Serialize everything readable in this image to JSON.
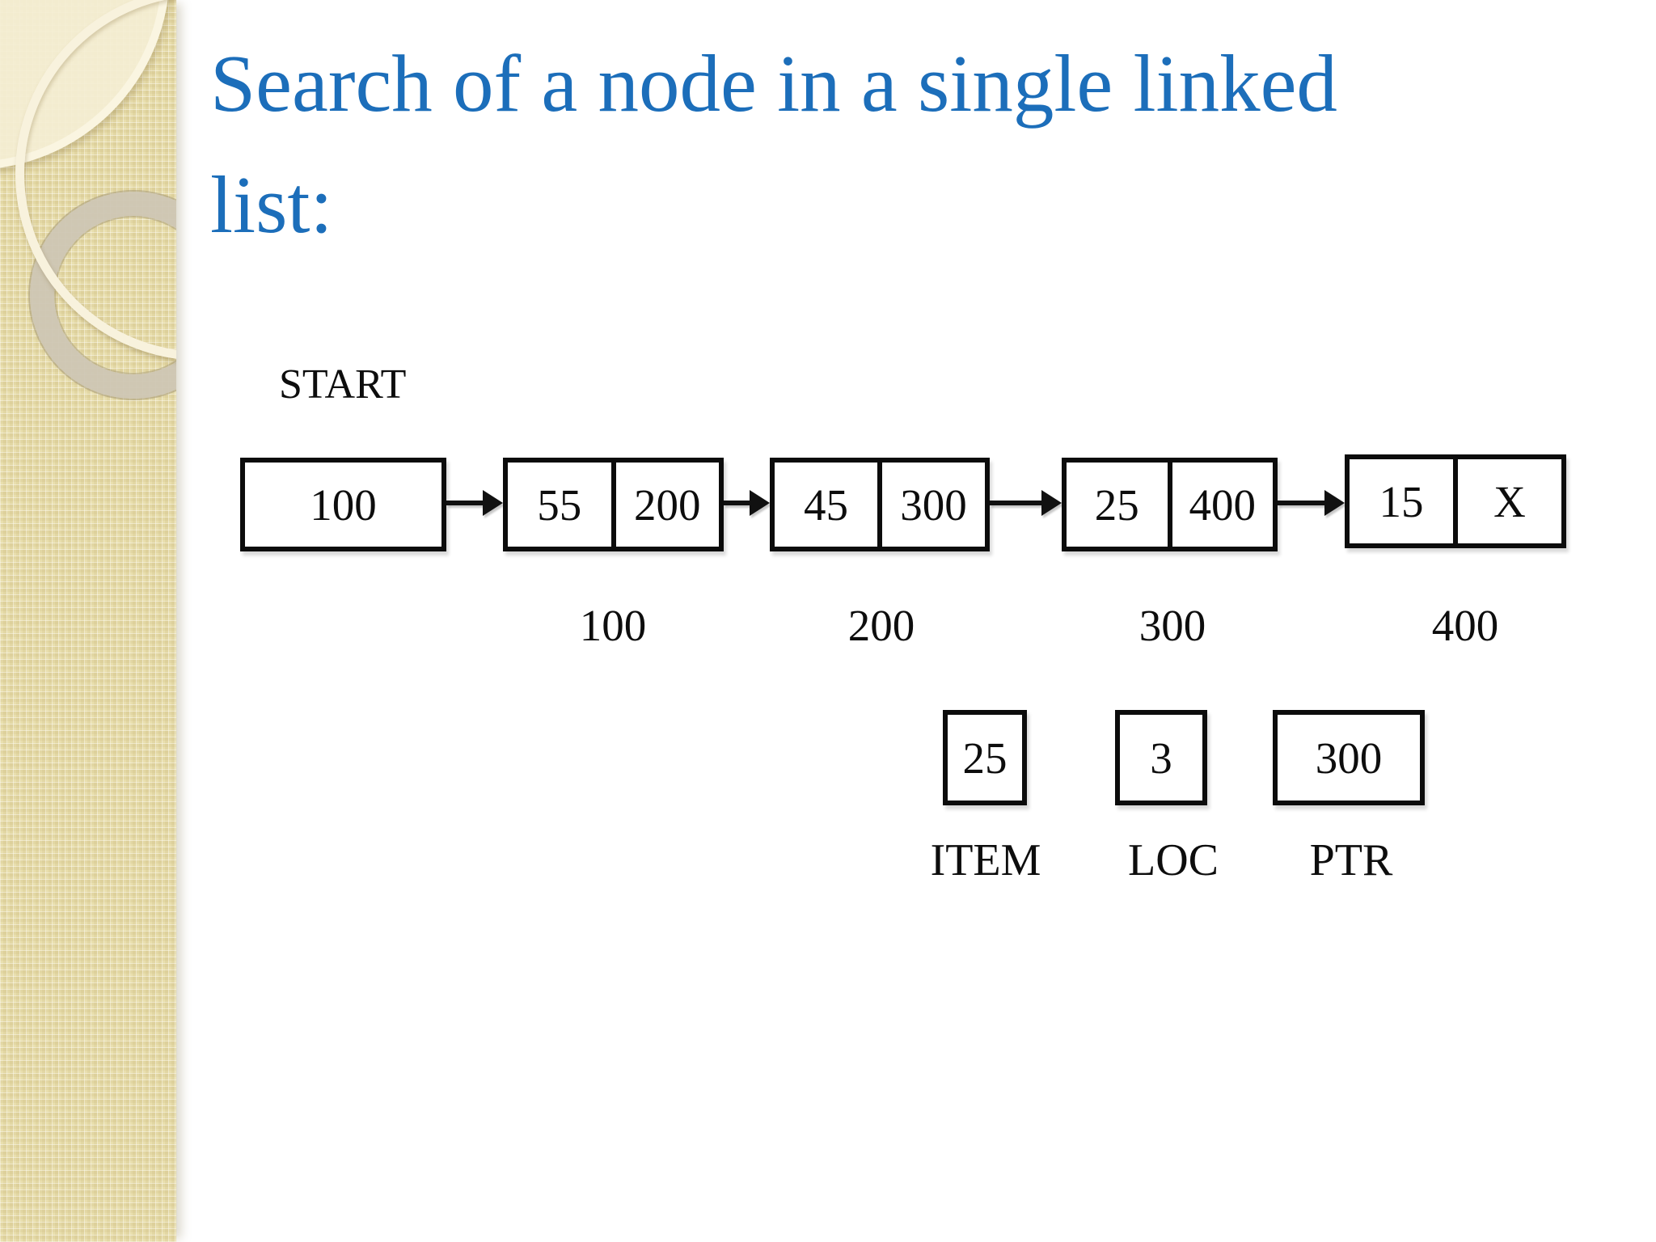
{
  "slide": {
    "title_lines": [
      "Search of a node in a single linked",
      "list:"
    ],
    "colors": {
      "title_blue": "#1c6eba",
      "sidebar_beige": "#e9dfae",
      "diagram_black": "#0d0d0d",
      "background": "#ffffff"
    },
    "list_diagram": {
      "start_label": "START",
      "start_pointer_value": "100",
      "nodes": [
        {
          "data": "55",
          "next": "200",
          "address": "100"
        },
        {
          "data": "45",
          "next": "300",
          "address": "200"
        },
        {
          "data": "25",
          "next": "400",
          "address": "300"
        },
        {
          "data": "15",
          "next": "X",
          "address": "400"
        }
      ]
    },
    "search_state": {
      "item": {
        "label": "ITEM",
        "value": "25"
      },
      "loc": {
        "label": "LOC",
        "value": "3"
      },
      "ptr": {
        "label": "PTR",
        "value": "300"
      }
    }
  }
}
